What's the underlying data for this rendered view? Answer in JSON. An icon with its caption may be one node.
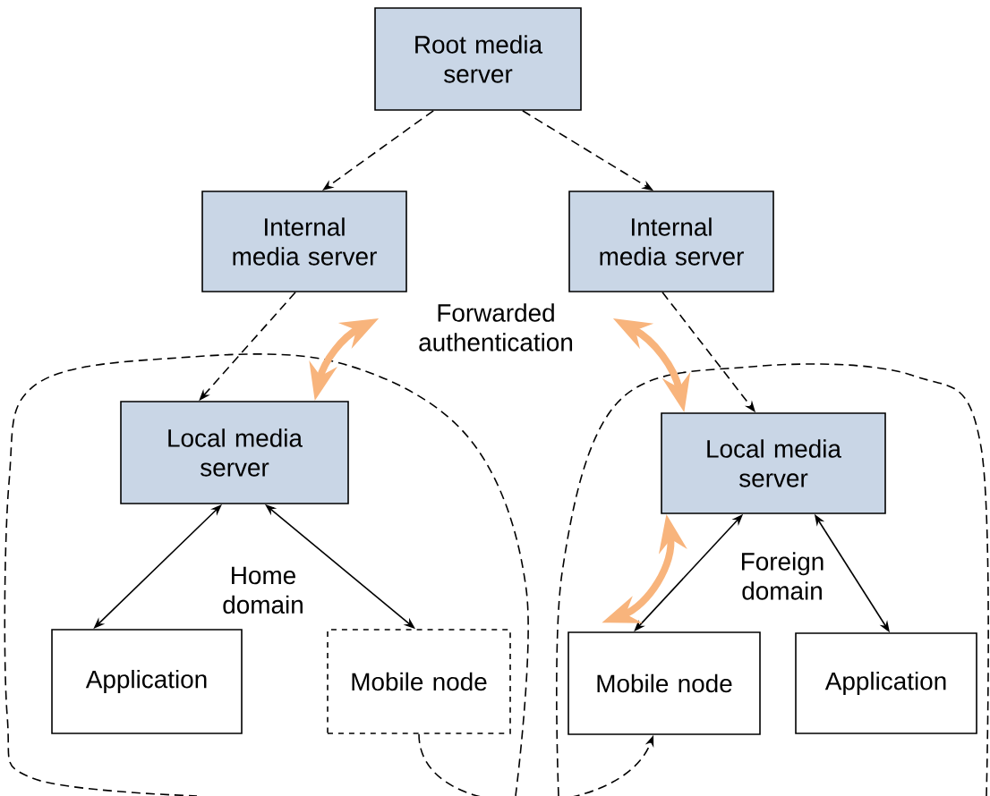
{
  "diagram": {
    "nodes": [
      {
        "text": [
          "Root media server"
        ]
      },
      {
        "text": [
          "Internal media server"
        ]
      },
      {
        "text": [
          "Internal media server"
        ]
      },
      {
        "text": [
          "Forwarded authentication"
        ]
      },
      {
        "text": [
          "Local media server"
        ]
      },
      {
        "text": [
          "Local media server"
        ]
      },
      {
        "text": [
          "Application"
        ]
      },
      {
        "text": [
          "Mobile node"
        ]
      },
      {
        "text": [
          "Mobile node"
        ]
      },
      {
        "text": [
          "Application"
        ]
      }
    ],
    "edges": [
      {
        "from": 0,
        "to": 1,
        "arrow": "to",
        "style": "dashed"
      },
      {
        "from": 0,
        "to": 2,
        "arrow": "to",
        "style": "dashed"
      },
      {
        "from": 1,
        "to": 4,
        "arrow": "to",
        "style": "dashed"
      },
      {
        "from": 2,
        "to": 5,
        "arrow": "to",
        "style": "dashed"
      },
      {
        "from": 3,
        "to": 4,
        "arrow": "both",
        "style": "thick",
        "color": "#f8b47c"
      },
      {
        "from": 3,
        "to": 5,
        "arrow": "both",
        "style": "thick",
        "color": "#f8b47c"
      },
      {
        "from": 4,
        "to": 6,
        "arrow": "both"
      },
      {
        "from": 4,
        "to": 7,
        "arrow": "both"
      },
      {
        "from": 5,
        "to": 8,
        "arrow": "both"
      },
      {
        "from": 5,
        "to": 9,
        "arrow": "both"
      },
      {
        "from": 8,
        "to": 5,
        "arrow": "both",
        "style": "thick",
        "color": "#f8b47c"
      },
      {
        "from": 7,
        "to": 8,
        "arrow": "to",
        "style": "dashed"
      }
    ],
    "labels": [
      "Home domain",
      "Foreign domain"
    ]
  }
}
